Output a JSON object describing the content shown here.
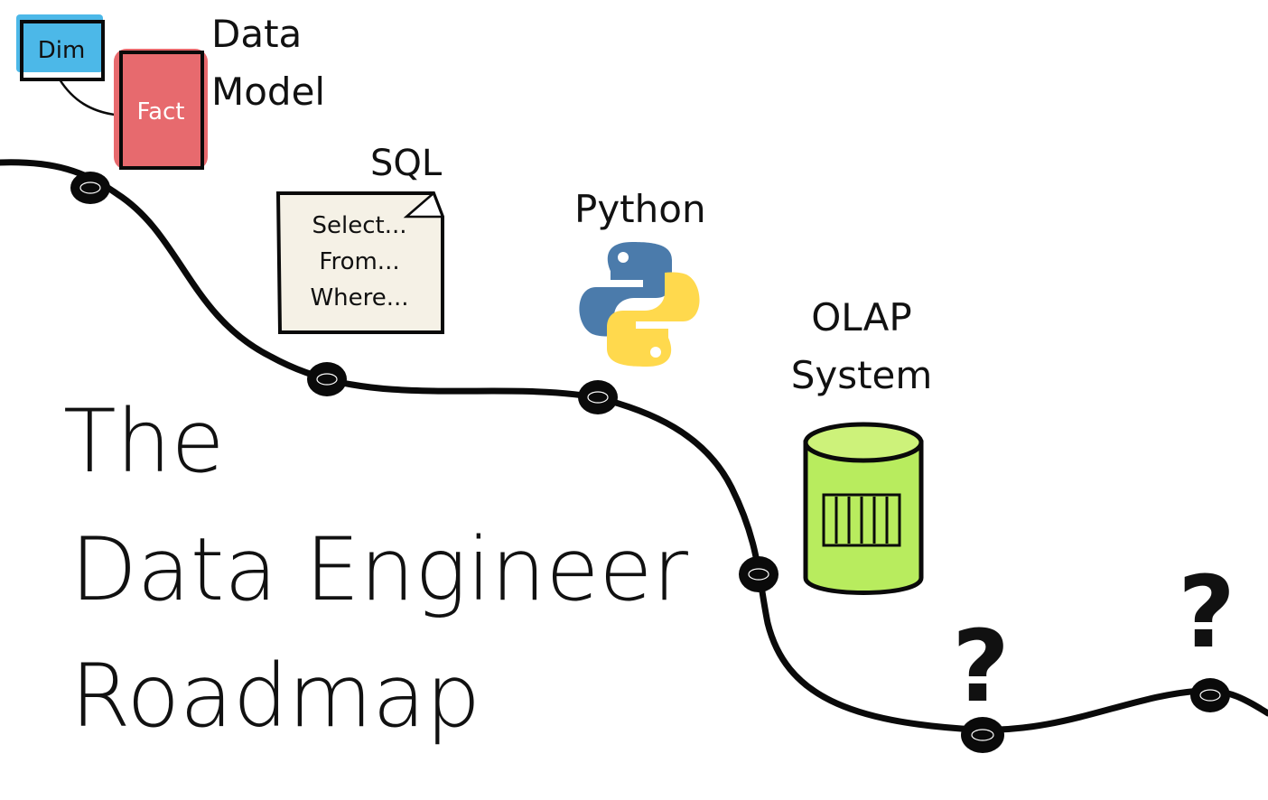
{
  "data_model": {
    "label_line1": "Data",
    "label_line2": "Model",
    "dim_label": "Dim",
    "fact_label": "Fact",
    "dim_color": "#4cb8e8",
    "fact_color": "#e76a6e"
  },
  "sql": {
    "label": "SQL",
    "line1": "Select...",
    "line2": "From...",
    "line3": "Where...",
    "note_color": "#f5f1e6"
  },
  "python": {
    "label": "Python",
    "icon": "python-logo-icon",
    "blue": "#4b7bab",
    "yellow": "#ffd94d"
  },
  "olap": {
    "label_line1": "OLAP",
    "label_line2": "System",
    "icon": "database-cylinder-icon",
    "color": "#b8ec5e"
  },
  "unknown_steps": {
    "mark1": "?",
    "mark2": "?"
  },
  "title": {
    "line1": "The",
    "line2": "Data Engineer",
    "line3": "Roadmap"
  }
}
